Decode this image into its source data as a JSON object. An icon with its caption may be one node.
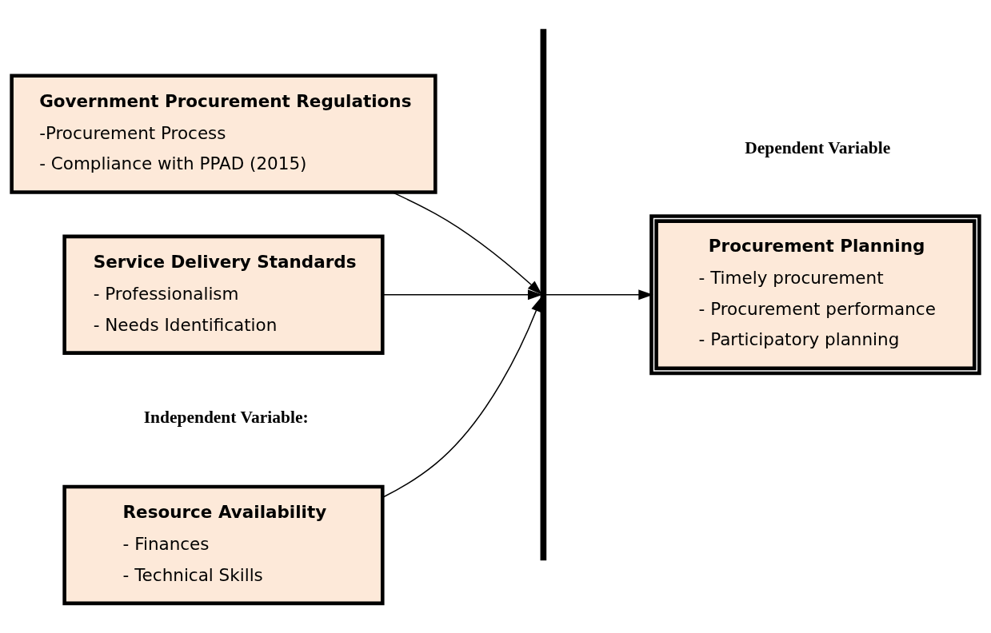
{
  "diagram": {
    "nodes": [
      {
        "text": [
          "Resource Availability",
          "- Finances",
          "- Technical Skills"
        ]
      },
      {
        "text": [
          "Government Procurement Regulations",
          "-Procurement Process",
          "- Compliance with PPAD (2015)"
        ]
      },
      {
        "text": [
          "Service Delivery Standards",
          "- Professionalism",
          "- Needs Identification"
        ]
      },
      {
        "text": [],
        "shape": "bar"
      },
      {
        "text": [
          "Procurement Planning",
          "- Timely procurement",
          "- Procurement performance",
          "- Participatory planning"
        ]
      }
    ],
    "edges": [
      {
        "from": 0,
        "to": 3,
        "arrow": "to"
      },
      {
        "from": 1,
        "to": 3,
        "arrow": "to"
      },
      {
        "from": 2,
        "to": 3,
        "arrow": "to"
      },
      {
        "from": 3,
        "to": 4,
        "arrow": "to"
      }
    ],
    "labels": [
      "Independent Variable:",
      "Dependent Variable"
    ]
  }
}
